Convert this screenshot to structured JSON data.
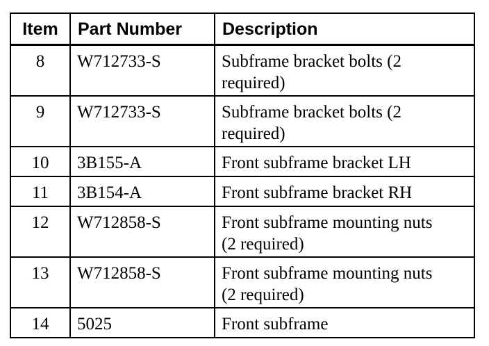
{
  "table": {
    "columns": [
      {
        "key": "item",
        "label": "Item"
      },
      {
        "key": "part_number",
        "label": "Part Number"
      },
      {
        "key": "description",
        "label": "Description"
      }
    ],
    "rows": [
      {
        "item": "8",
        "part_number": "W712733-S",
        "description": "Subframe bracket bolts (2 required)",
        "description_lines": [
          "Subframe bracket bolts (2",
          "required)"
        ]
      },
      {
        "item": "9",
        "part_number": "W712733-S",
        "description": "Subframe bracket bolts (2 required)",
        "description_lines": [
          "Subframe bracket bolts (2",
          "required)"
        ]
      },
      {
        "item": "10",
        "part_number": "3B155-A",
        "description": "Front subframe bracket LH",
        "description_lines": [
          "Front subframe bracket LH"
        ]
      },
      {
        "item": "11",
        "part_number": "3B154-A",
        "description": "Front subframe bracket RH",
        "description_lines": [
          "Front subframe bracket RH"
        ]
      },
      {
        "item": "12",
        "part_number": "W712858-S",
        "description": "Front subframe mounting nuts (2 required)",
        "description_lines": [
          "Front subframe mounting nuts",
          "(2 required)"
        ]
      },
      {
        "item": "13",
        "part_number": "W712858-S",
        "description": "Front subframe mounting nuts (2 required)",
        "description_lines": [
          "Front subframe mounting nuts",
          "(2 required)"
        ]
      },
      {
        "item": "14",
        "part_number": "5025",
        "description": "Front subframe",
        "description_lines": [
          "Front subframe"
        ]
      }
    ]
  },
  "colors": {
    "text": "#000000",
    "border": "#000000",
    "background": "#ffffff"
  }
}
